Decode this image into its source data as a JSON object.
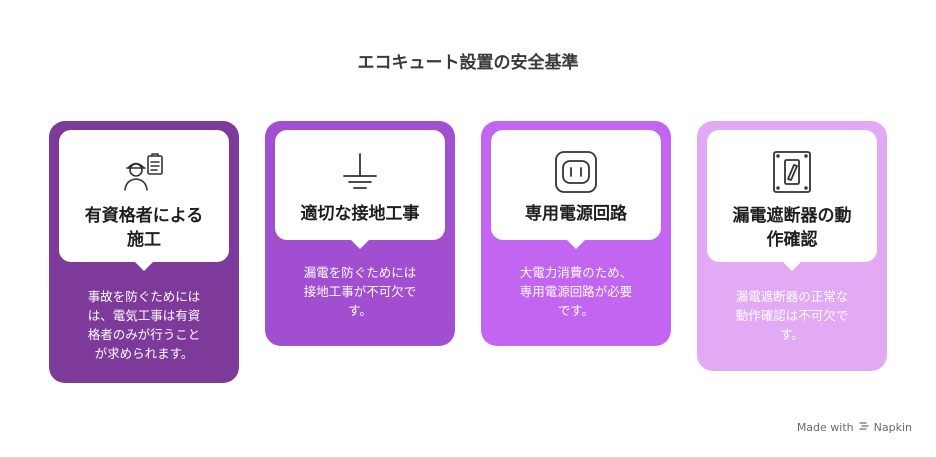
{
  "title": "エコキュート設置の安全基準",
  "colors": {
    "card1": "#7d3a9a",
    "card2": "#a14fd0",
    "card3": "#c265f0",
    "card4": "#e2a9f5",
    "card4_text": "#ffffff"
  },
  "cards": [
    {
      "icon": "worker-clipboard-icon",
      "heading_line1": "有資格者による",
      "heading_line2": "施工",
      "desc_line1": "事故を防ぐためには",
      "desc_line2": "は、電気工事は有資",
      "desc_line3": "格者のみが行うこと",
      "desc_line4": "が求められます。"
    },
    {
      "icon": "ground-symbol-icon",
      "heading_line1": "適切な接地工事",
      "desc_line1": "漏電を防ぐためには",
      "desc_line2": "接地工事が不可欠で",
      "desc_line3": "す。"
    },
    {
      "icon": "power-outlet-icon",
      "heading_line1": "専用電源回路",
      "desc_line1": "大電力消費のため、",
      "desc_line2": "専用電源回路が必要",
      "desc_line3": "です。"
    },
    {
      "icon": "breaker-switch-icon",
      "heading_line1": "漏電遮断器の動",
      "heading_line2": "作確認",
      "desc_line1": "漏電遮断器の正常な",
      "desc_line2": "動作確認は不可欠で",
      "desc_line3": "す。"
    }
  ],
  "watermark": {
    "text": "Made with",
    "brand": "Napkin"
  }
}
